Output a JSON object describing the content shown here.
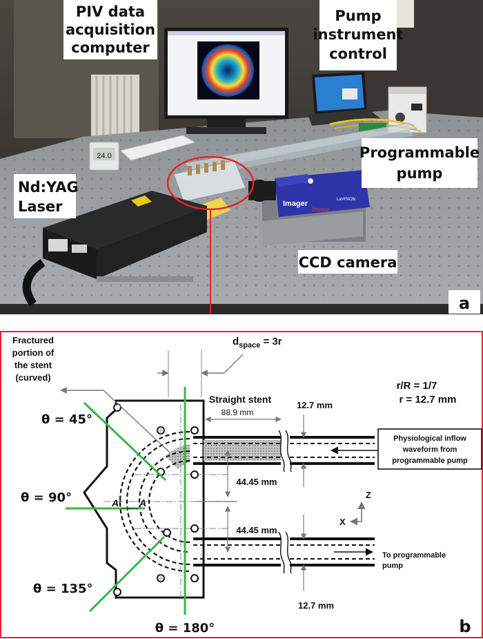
{
  "photo": {
    "labels": {
      "piv_line1": "PIV data",
      "piv_line2": "acquisition",
      "piv_line3": "computer",
      "pump_line1": "Pump",
      "pump_line2": "instrument",
      "pump_line3": "control",
      "prog_line1": "Programmable",
      "prog_line2": "pump",
      "laser_line1": "Nd:YAG",
      "laser_line2": "Laser",
      "ccd": "CCD camera",
      "clock": "24.0",
      "camera_brand": "Imager",
      "camera_model": "intense",
      "camera_maker": "LaVISION",
      "panel": "a"
    },
    "colors": {
      "highlight": "#e8232a",
      "label_bg": "#ffffff"
    }
  },
  "diagram": {
    "labels": {
      "fractured_line1": "Fractured",
      "fractured_line2": "portion of",
      "fractured_line3": "the stent",
      "fractured_line4": "(curved)",
      "dspace_d": "d",
      "dspace_sub": "space",
      "dspace_eq": " = 3r",
      "ratio": "r/R = 1/7",
      "radius": "r = 12.7 mm",
      "straight_stent": "Straight stent",
      "len_889": "88.9 mm",
      "dim_127_top": "12.7 mm",
      "dim_127_bot": "12.7 mm",
      "dim_4445_a": "44.45 mm",
      "dim_4445_b": "44.45 mm",
      "inflow_line1": "Physiological inflow",
      "inflow_line2": "waveform from",
      "inflow_line3": "programmable pump",
      "to_pump_line1": "To programmable",
      "to_pump_line2": "pump",
      "theta45": "θ = 45°",
      "theta90": "θ = 90°",
      "theta135": "θ = 135°",
      "theta180": "θ = 180°",
      "A_prime": "A’",
      "A": "A",
      "axis_z": "Z",
      "axis_x": "X",
      "panel": "b"
    },
    "colors": {
      "green": "#3ab54a",
      "frame": "#e8232a",
      "stent": "#a9a9a9"
    }
  }
}
